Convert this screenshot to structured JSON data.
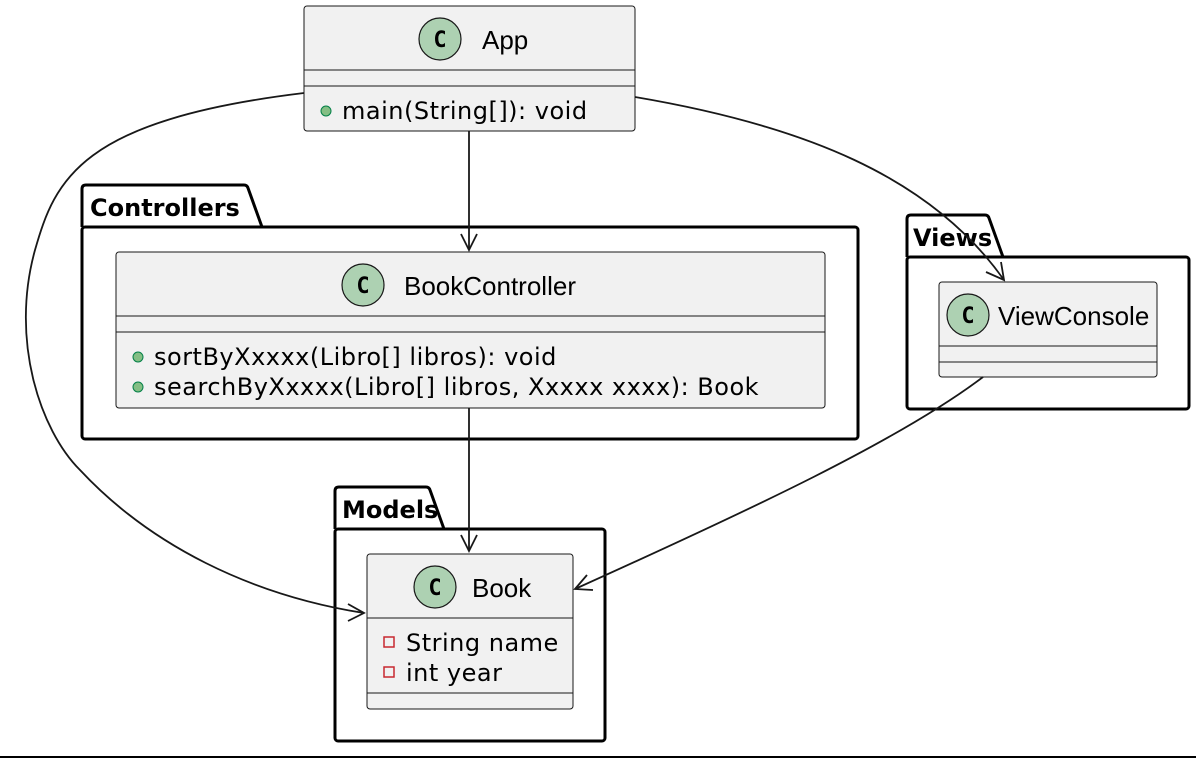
{
  "packages": {
    "controllers": {
      "label": "Controllers"
    },
    "views": {
      "label": "Views"
    },
    "models": {
      "label": "Models"
    }
  },
  "classes": {
    "app": {
      "glyph": "C",
      "name": "App",
      "methods": [
        {
          "visibility": "public",
          "text": "main(String[]): void"
        }
      ]
    },
    "book_controller": {
      "glyph": "C",
      "name": "BookController",
      "methods": [
        {
          "visibility": "public",
          "text": "sortByXxxxx(Libro[] libros): void"
        },
        {
          "visibility": "public",
          "text": "searchByXxxxx(Libro[] libros, Xxxxx xxxx): Book"
        }
      ]
    },
    "view_console": {
      "glyph": "C",
      "name": "ViewConsole",
      "methods": []
    },
    "book": {
      "glyph": "C",
      "name": "Book",
      "fields": [
        {
          "visibility": "private",
          "text": "String name"
        },
        {
          "visibility": "private",
          "text": "int year"
        }
      ]
    }
  },
  "relations": [
    {
      "from": "App",
      "to": "BookController"
    },
    {
      "from": "App",
      "to": "ViewConsole"
    },
    {
      "from": "App",
      "to": "Book"
    },
    {
      "from": "BookController",
      "to": "Book"
    },
    {
      "from": "ViewConsole",
      "to": "Book"
    }
  ],
  "colors": {
    "class_fill": "#f1f1f1",
    "class_icon": "#add1b2",
    "public_marker": "#84be84",
    "private_marker": "#c82930"
  }
}
